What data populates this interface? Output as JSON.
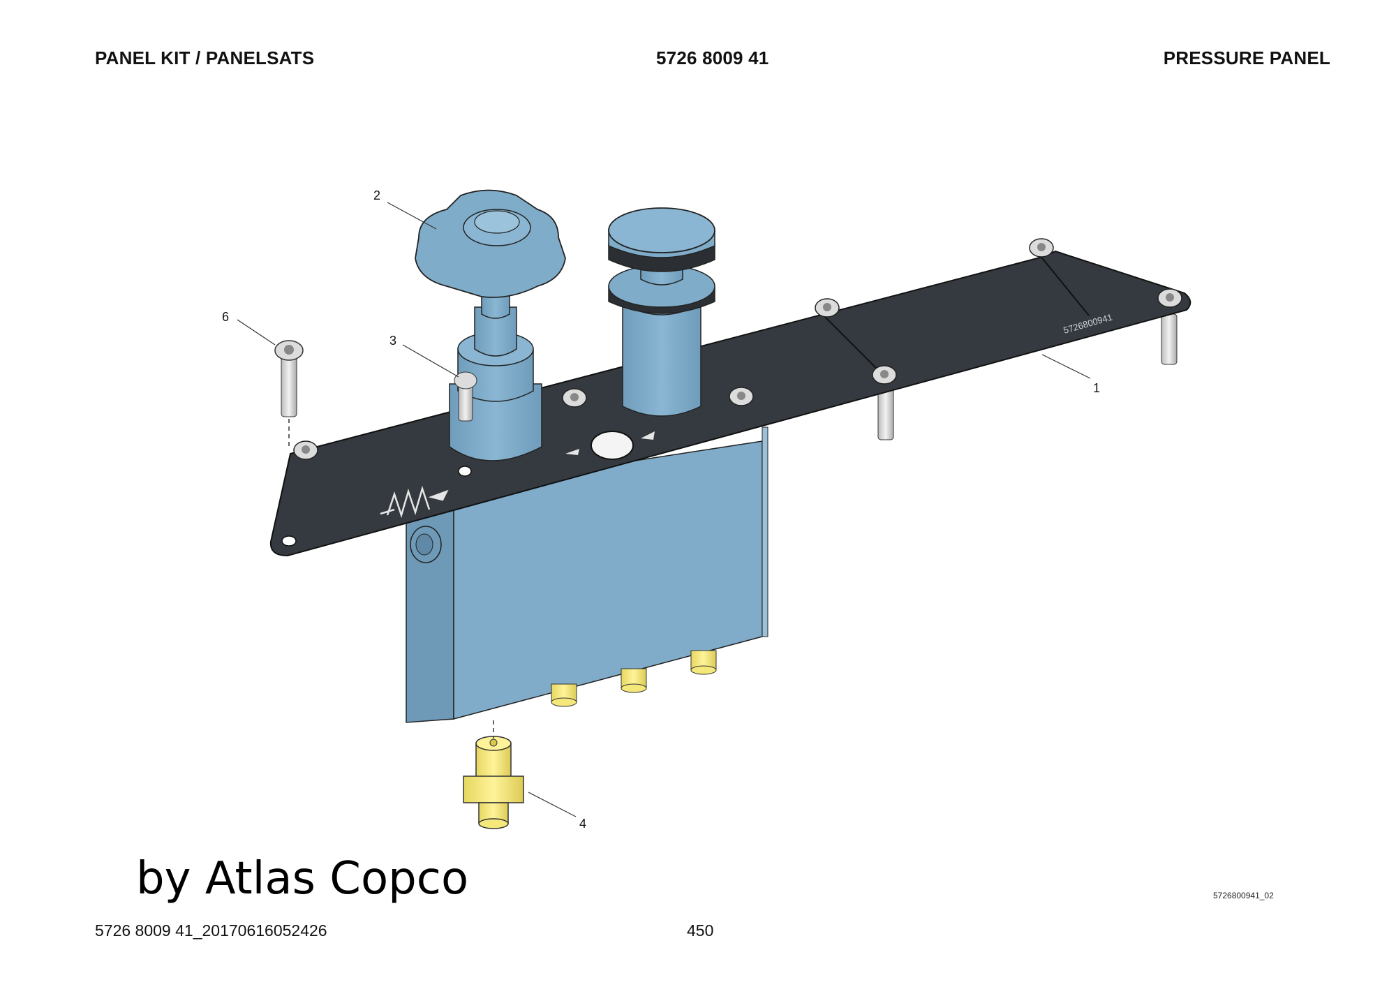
{
  "header": {
    "left": "PANEL KIT / PANELSATS",
    "center": "5726 8009 41",
    "right": "PRESSURE PANEL"
  },
  "callouts": {
    "c1": "1",
    "c2": "2",
    "c3": "3",
    "c4": "4",
    "c6": "6"
  },
  "watermark": "by Atlas Copco",
  "drawing_code": "5726800941_02",
  "footer": {
    "left": "5726 8009 41_20170616052426",
    "page": "450"
  },
  "colors": {
    "panel": "#353a40",
    "valve": "#7facc9",
    "fitting": "#f5e87a",
    "screw": "#dcdcdc"
  }
}
